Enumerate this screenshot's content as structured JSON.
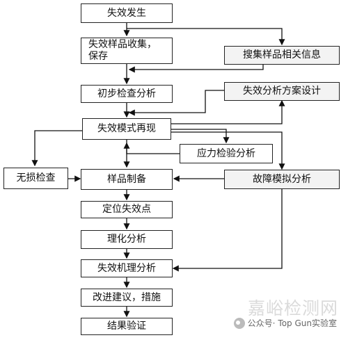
{
  "nodes": {
    "failure_occurs": "失效发生",
    "collect_samples": "失效样品收集，\n保存",
    "collect_info": "搜集样品相关信息",
    "preliminary_check": "初步检查分析",
    "plan_design": "失效分析方案设计",
    "reproduce_mode": "失效模式再现",
    "stress_analysis": "应力检验分析",
    "ndt": "无损检查",
    "sample_prep": "样品制备",
    "fault_sim": "故障模拟分析",
    "locate_point": "定位失效点",
    "physchem": "理化分析",
    "mechanism": "失效机理分析",
    "improve": "改进建议，措施",
    "verify": "结果验证"
  },
  "watermark": {
    "brand": "嘉峪检测网",
    "account_prefix": "公众号·",
    "account_name": "Top Gun实验室"
  }
}
